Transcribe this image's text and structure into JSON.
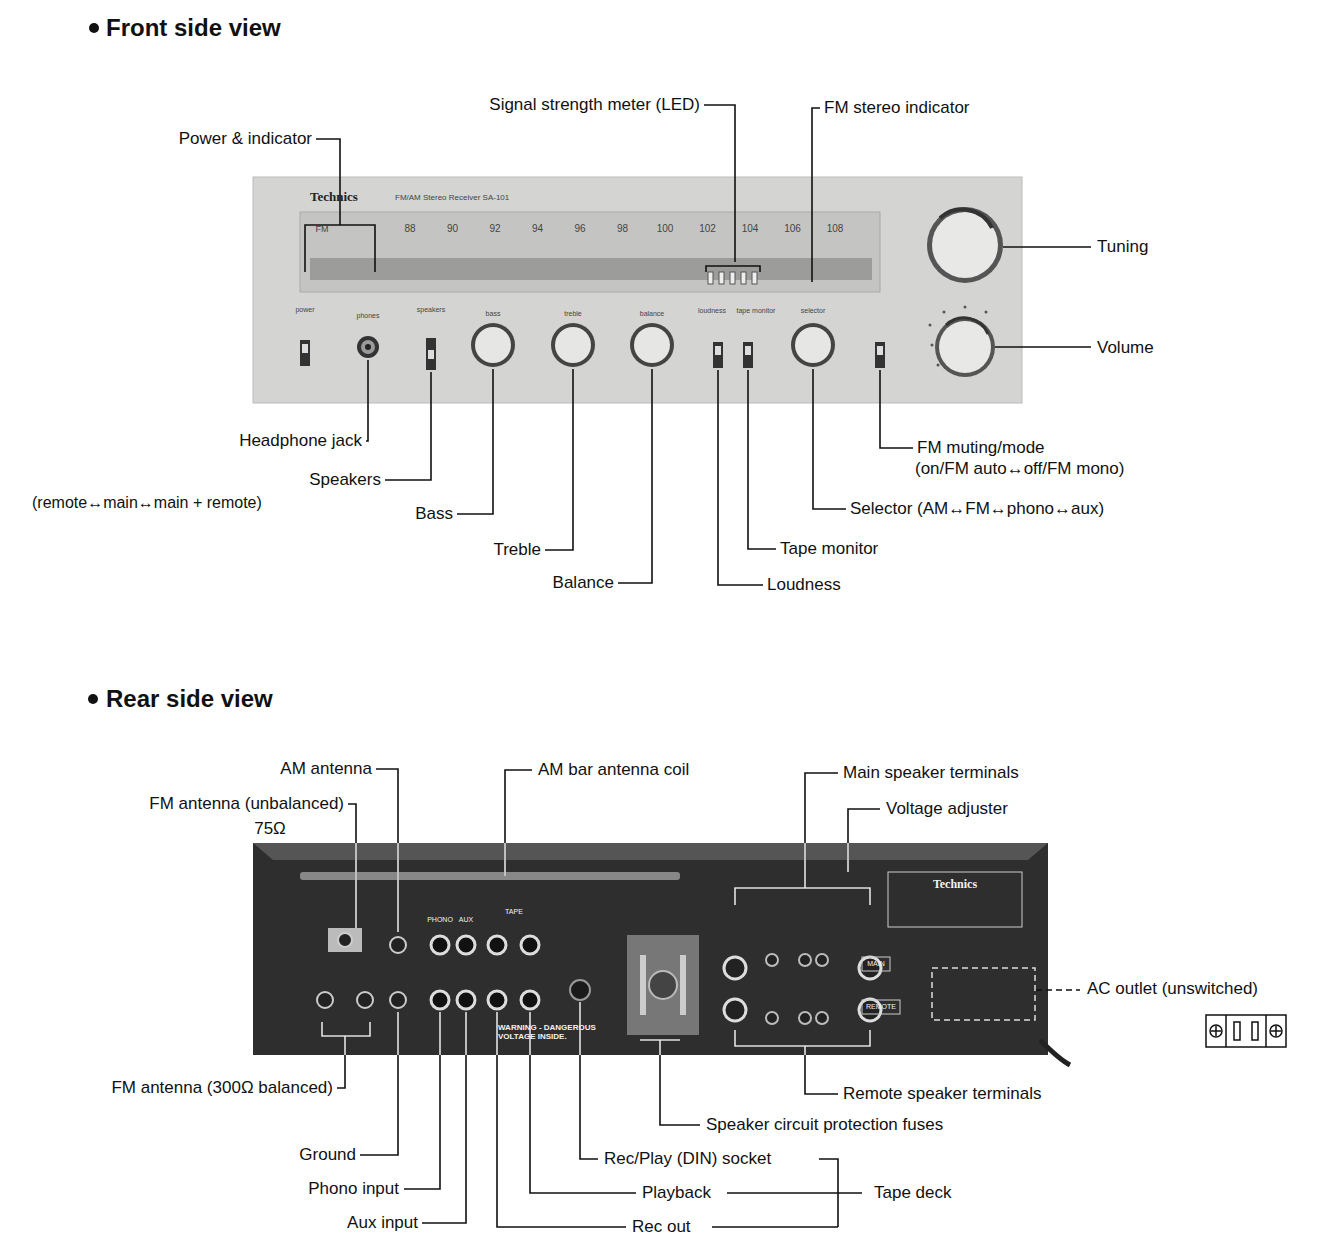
{
  "diagram": {
    "labels": [
      "Front side view",
      "Signal strength meter (LED)",
      "FM stereo indicator",
      "Power & indicator",
      "Tuning",
      "Volume",
      "Headphone jack",
      "FM muting/mode",
      "(on/FM auto↔off/FM mono)",
      "Speakers",
      "(remote↔main↔main + remote)",
      "Bass",
      "Selector (AM↔FM↔phono↔aux)",
      "Treble",
      "Tape monitor",
      "Balance",
      "Loudness",
      "Rear side view",
      "AM antenna",
      "AM bar antenna coil",
      "Main speaker terminals",
      "FM antenna (unbalanced)",
      "75Ω",
      "Voltage adjuster",
      "AC outlet (unswitched)",
      "FM antenna (300Ω balanced)",
      "Remote speaker terminals",
      "Speaker circuit protection fuses",
      "Ground",
      "Rec/Play (DIN) socket",
      "Phono input",
      "Playback",
      "Tape deck",
      "Aux input",
      "Rec out",
      "Technics",
      "FM/AM Stereo Receiver SA-101",
      "FM",
      "88",
      "90",
      "92",
      "94",
      "96",
      "98",
      "100",
      "102",
      "104",
      "106",
      "108",
      "power",
      "phones",
      "speakers",
      "bass",
      "treble",
      "balance",
      "loudness",
      "tape monitor",
      "selector",
      "Technics",
      "PHONO",
      "AUX",
      "TAPE",
      "MAIN",
      "REMOTE",
      "WARNING - DANGEROUS VOLTAGE INSIDE."
    ]
  }
}
